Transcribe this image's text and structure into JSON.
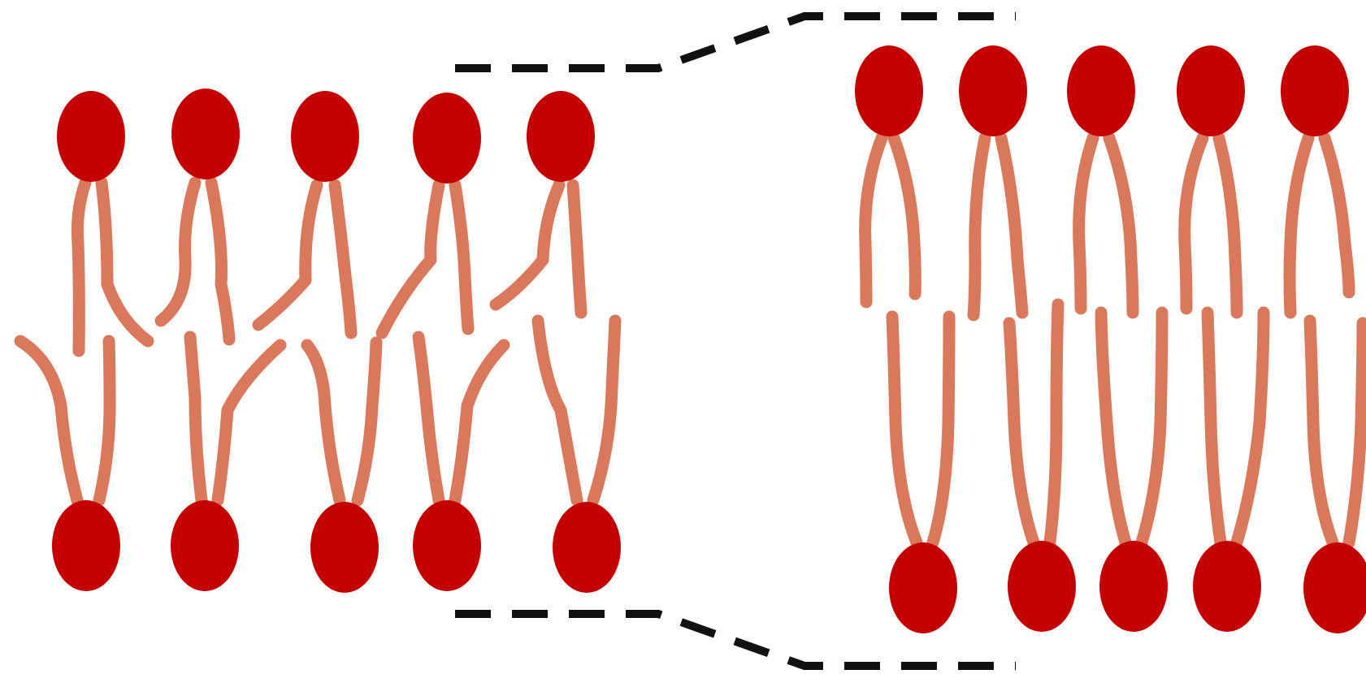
{
  "diagram": {
    "type": "lipid-bilayer-comparison",
    "colors": {
      "head": "#c40000",
      "tail": "#d9785a",
      "dashed_line": "#111111",
      "background": "#ffffff"
    },
    "bilayers": [
      {
        "id": "left-bilayer",
        "tail_state": "kinked",
        "top_lipids": 5,
        "bottom_lipids": 5
      },
      {
        "id": "right-bilayer",
        "tail_state": "straight",
        "top_lipids": 5,
        "bottom_lipids": 5
      }
    ],
    "connectors": [
      "top-dashed-outline",
      "bottom-dashed-outline"
    ]
  }
}
